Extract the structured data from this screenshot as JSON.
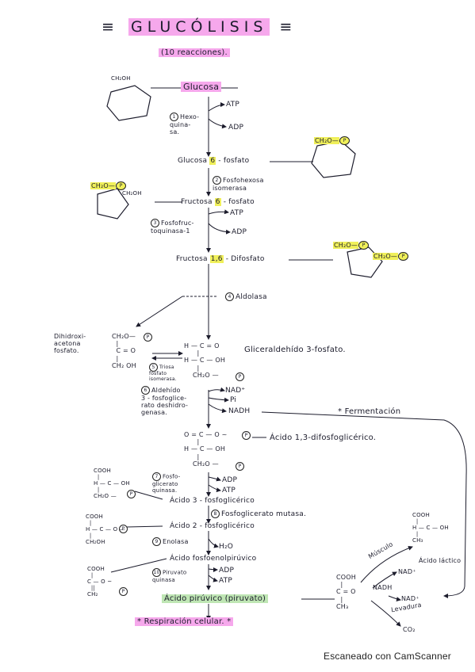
{
  "header": {
    "title": "GLUCÓLISIS",
    "title_marks_left": "≡",
    "title_marks_right": "≡",
    "subtitle": "(10 reacciones)."
  },
  "colors": {
    "highlight_yellow": "#f0f05a",
    "highlight_pink": "#f6a8ec",
    "highlight_green": "#bfe6b4",
    "ink": "#1c1c2c"
  },
  "glucosa": {
    "label": "Glucosa",
    "ring_top": "CH₂OH"
  },
  "step1": {
    "num": "1",
    "enzyme": "Hexo-\nquina-\nsa.",
    "atp": "ATP",
    "adp": "ADP"
  },
  "g6p": {
    "prefix": "Glucosa ",
    "hl": "6",
    "suffix": " - fosfato",
    "ring_top": "CH₂O—",
    "p": "P"
  },
  "step2": {
    "num": "2",
    "enzyme": "Fosfohexosa\nisomerasa"
  },
  "f6p": {
    "prefix": "Fructosa ",
    "hl": "6",
    "suffix": " - fosfato",
    "ring_top": "CH₂O—",
    "p": "P",
    "ring_right": "CH₂OH"
  },
  "step3": {
    "num": "3",
    "enzyme": "Fosfofruc-\ntoquinasa-1",
    "atp": "ATP",
    "adp": "ADP"
  },
  "f16bp": {
    "prefix": "Fructosa ",
    "hl": "1,6",
    "suffix": " - Difosfato",
    "ring_left": "CH₂O—",
    "ring_right": "CH₂O—",
    "p": "P"
  },
  "step4": {
    "num": "4",
    "enzyme": "Aldolasa"
  },
  "dhap": {
    "label": "Dihidroxi-\nacetona\nfosfato.",
    "struct": "CH₂O—\n  |\n  C = O\n  |\nCH₂ OH",
    "p": "P"
  },
  "step5": {
    "num": "5",
    "enzyme": "Triosa\nfosfato\nisomerasa."
  },
  "gap": {
    "label": "Gliceraldehído 3-fosfato.",
    "struct": "H — C = O\n      |\nH — C — OH\n      |\n    CH₂O —",
    "p": "P"
  },
  "step6": {
    "num": "6",
    "enzyme": "Aldehído\n3 - fosfoglice-\nrato deshidro-\ngenasa.",
    "nad": "NAD⁺",
    "pi": "Pi",
    "nadh": "NADH"
  },
  "fermentacion": {
    "label": "* Fermentación"
  },
  "bpg": {
    "label": "Ácido 1,3-difosfoglicérico.",
    "struct": "O = C — O ~\n      |\nH — C — OH\n      |\n    CH₂O —",
    "p": "P"
  },
  "step7": {
    "num": "7",
    "enzyme": "Fosfo-\nglicerato\nquinasa.",
    "adp": "ADP",
    "atp": "ATP"
  },
  "pg3": {
    "label": "Ácido 3 - fosfoglicérico",
    "struct": "COOH\n  |\nH — C — OH\n  |\nCH₂O —",
    "p": "P"
  },
  "step8": {
    "num": "8",
    "enzyme": "Fosfoglicerato mutasa."
  },
  "pg2": {
    "label": "Ácido 2 - fosfoglicérico",
    "struct": "COOH\n  |\nH — C — O —\n  |\nCH₂OH",
    "p": "P"
  },
  "step9": {
    "num": "9",
    "enzyme": "Enolasa",
    "h2o": "H₂O"
  },
  "pep": {
    "label": "Ácido fosfoenolpirúvico",
    "struct": "COOH\n  |\nC — O ~\n  ||\nCH₂",
    "p": "P"
  },
  "step10": {
    "num": "10",
    "enzyme": "Piruvato\nquinasa",
    "adp": "ADP",
    "atp": "ATP"
  },
  "piruvato": {
    "label": "Ácido pirúvico (piruvato)",
    "struct": "COOH\n  |\nC = O\n  |\nCH₃"
  },
  "respiracion": {
    "label": "* Respiración celular. *"
  },
  "lactico": {
    "struct": "COOH\n  |\nH — C — OH\n  |\nCH₃",
    "label": "Ácido láctico",
    "musculo": "Músculo",
    "nad": "NAD⁺"
  },
  "levadura": {
    "nadh": "NADH",
    "nad": "NAD⁺",
    "label": "Levadura",
    "co2": "CO₂"
  },
  "watermark": "Escaneado con CamScanner"
}
